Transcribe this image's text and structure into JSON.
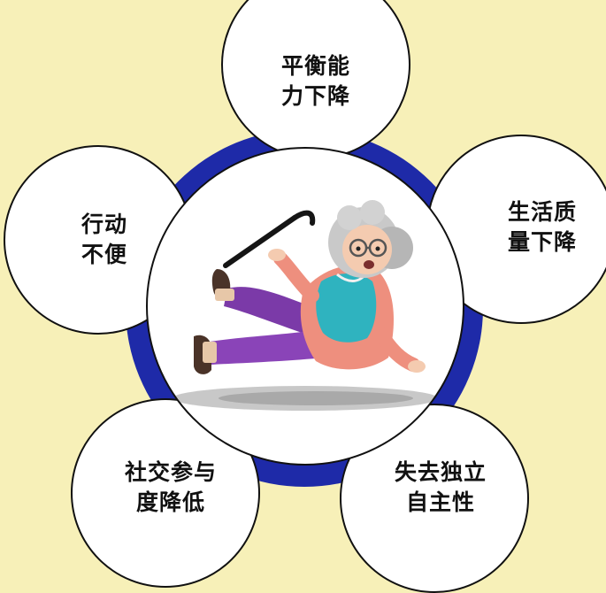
{
  "diagram": {
    "colors": {
      "background": "#f7f0b8",
      "ring": "#1e2aa8",
      "circle_fill": "#ffffff",
      "circle_stroke": "#111111"
    },
    "center": {
      "illustration": "elderly-woman-falling-with-cane-icon"
    },
    "nodes": [
      {
        "id": "top",
        "line1": "平衡能",
        "line2": "力下降"
      },
      {
        "id": "left",
        "line1": "行动",
        "line2": "不便"
      },
      {
        "id": "right",
        "line1": "生活质",
        "line2": "量下降"
      },
      {
        "id": "bottom_left",
        "line1": "社交参与",
        "line2": "度降低"
      },
      {
        "id": "bottom_right",
        "line1": "失去独立",
        "line2": "自主性"
      }
    ]
  }
}
